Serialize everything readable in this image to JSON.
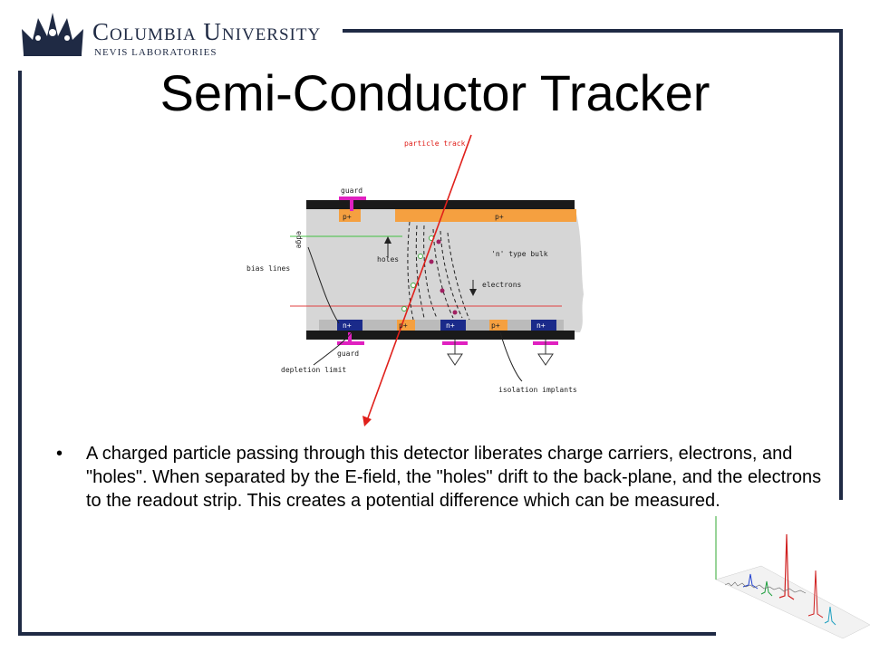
{
  "header": {
    "university": "Columbia University",
    "laboratory": "NEVIS LABORATORIES"
  },
  "slide": {
    "title": "Semi-Conductor Tracker",
    "bullet": "A charged particle passing through this detector liberates charge carriers, electrons, and \"holes\". When separated by the E-field, the \"holes\" drift to the back-plane, and the electrons to the readout strip. This creates a potential difference which can be measured."
  },
  "diagram": {
    "particle_track": "particle track",
    "guard_top": "guard",
    "guard_bottom": "guard",
    "p_plus": "p+",
    "n_plus": "n+",
    "n_bulk": "'n' type bulk",
    "holes": "holes",
    "electrons": "electrons",
    "bias_lines": "bias lines",
    "edge": "edge",
    "depletion_limit": "depletion limit",
    "isolation_implants": "isolation implants"
  },
  "colors": {
    "frame": "#1f2a44",
    "track": "#e0201b",
    "guard": "#e020c0",
    "implant_orange": "#f5a040",
    "implant_blue": "#1a2a8a",
    "bulk": "#d6d6d6"
  }
}
